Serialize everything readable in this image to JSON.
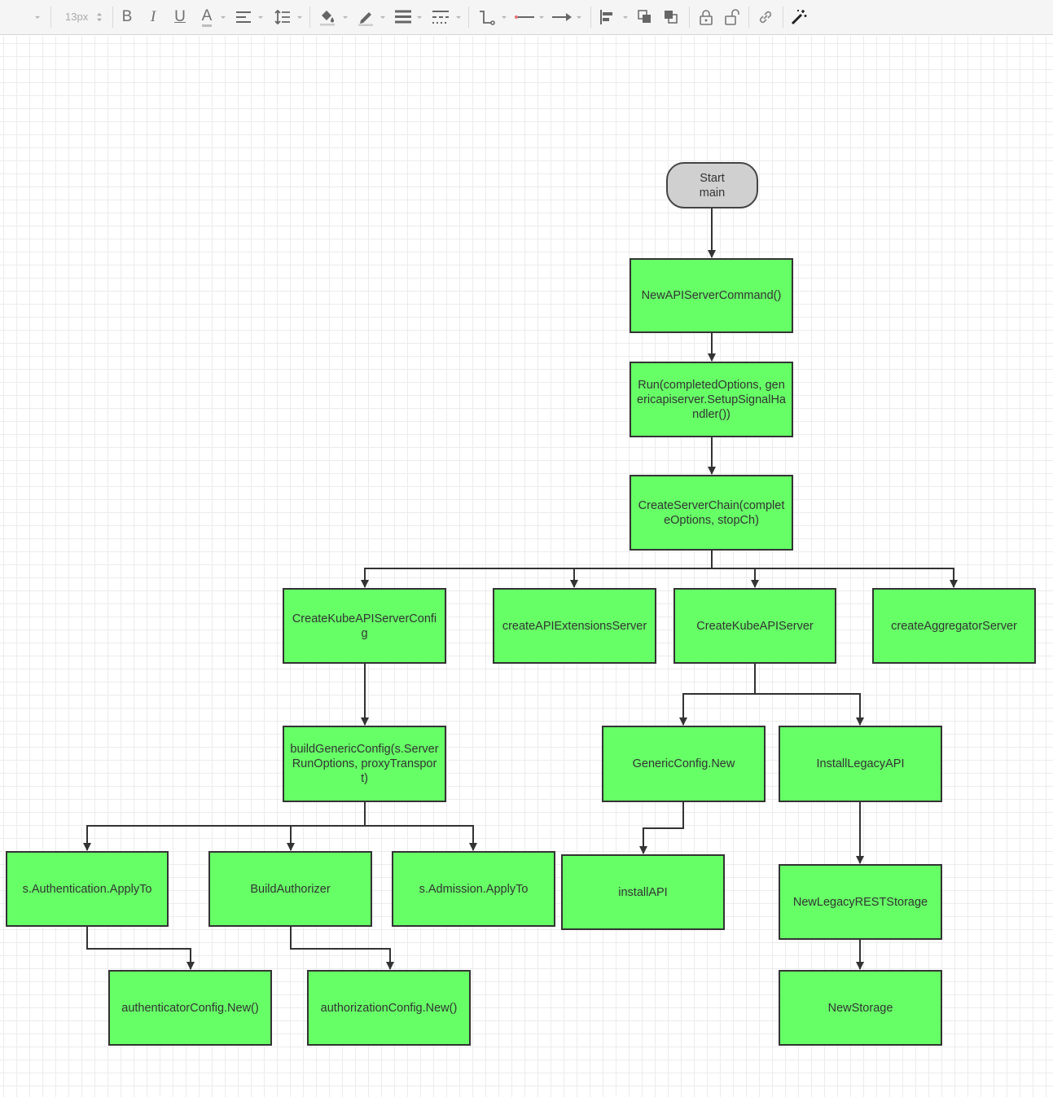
{
  "toolbar": {
    "font_size": "13px",
    "bold_label": "B",
    "italic_label": "I",
    "underline_label": "U",
    "font_color_label": "A",
    "icons": [
      "chevron-down-icon",
      "bold-icon",
      "italic-icon",
      "underline-icon",
      "font-color-icon",
      "align-icon",
      "spacing-icon",
      "fill-color-icon",
      "line-color-icon",
      "line-width-icon",
      "line-style-icon",
      "connector-style-icon",
      "line-start-icon",
      "line-end-icon",
      "align-shapes-icon",
      "bring-to-front-icon",
      "send-to-back-icon",
      "lock-icon",
      "unlock-icon",
      "link-icon",
      "magic-wand-icon"
    ]
  },
  "diagram": {
    "start": "Start\nmain",
    "new_api_server_command": "NewAPIServerCommand()",
    "run": "Run(completedOptions, genericapiserver.SetupSignalHandler())",
    "create_server_chain": "CreateServerChain(completeOptions, stopCh)",
    "create_kube_api_server_config": "CreateKubeAPIServerConfig",
    "create_api_extensions_server": "createAPIExtensionsServer",
    "create_kube_api_server": "CreateKubeAPIServer",
    "create_aggregator_server": "createAggregatorServer",
    "build_generic_config": "buildGenericConfig(s.ServerRunOptions, proxyTransport)",
    "generic_config_new": "GenericConfig.New",
    "install_legacy_api": "InstallLegacyAPI",
    "s_authentication_apply_to": "s.Authentication.ApplyTo",
    "build_authorizer": "BuildAuthorizer",
    "s_admission_apply_to": "s.Admission.ApplyTo",
    "install_api": "installAPI",
    "new_legacy_rest_storage": "NewLegacyRESTStorage",
    "authenticator_config_new": "authenticatorConfig.New()",
    "authorization_config_new": "authorizationConfig.New()",
    "new_storage": "NewStorage"
  },
  "colors": {
    "node_fill": "#66ff66",
    "start_fill": "#d0d0d0",
    "stroke": "#333333",
    "grid": "#ececec"
  }
}
